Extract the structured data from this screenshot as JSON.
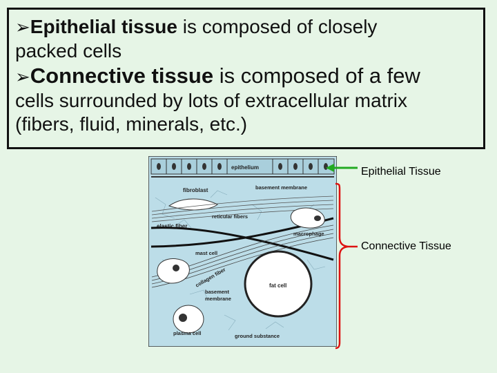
{
  "bullets": [
    {
      "term": "Epithelial tissue",
      "rest": " is composed of closely",
      "cont": "packed cells"
    },
    {
      "term": "Connective tissue",
      "rest": " is composed of a few",
      "cont": "cells surrounded by lots of extracellular matrix",
      "cont2": "(fibers, fluid, minerals, etc.)"
    }
  ],
  "bullet_icon": "arrow-bullet",
  "diagram_labels": {
    "epithelium": "epithelium",
    "basement_membrane_top": "basement membrane",
    "fibroblast": "fibroblast",
    "reticular_fibers": "reticular fibers",
    "elastic_fiber": "elastic fiber",
    "macrophage": "macrophage",
    "mast_cell": "mast cell",
    "collagen_fiber": "collagen fiber",
    "fat_cell": "fat cell",
    "basement_membrane_bottom_1": "basement",
    "basement_membrane_bottom_2": "membrane",
    "plasma_cell": "plasma cell",
    "ground_substance": "ground substance"
  },
  "callouts": {
    "epithelial": "Epithelial Tissue",
    "connective": "Connective Tissue"
  },
  "colors": {
    "background": "#e6f5e6",
    "diagram_bg": "#bcdde8",
    "green_arrow": "#22aa22",
    "red_brace": "#dd1111"
  }
}
